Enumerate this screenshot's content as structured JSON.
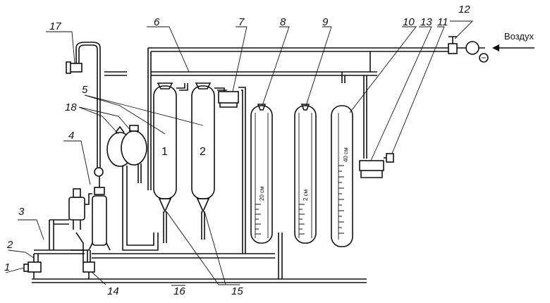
{
  "labels": {
    "n1": "1",
    "n2": "2",
    "n3": "3",
    "n4": "4",
    "n5": "5",
    "n6": "6",
    "n7": "7",
    "n8": "8",
    "n9": "9",
    "n10": "10",
    "n11": "11",
    "n12": "12",
    "n13": "13",
    "n14": "14",
    "n15": "15",
    "n16": "16",
    "n17": "17",
    "n18": "18"
  },
  "air_label": "Воздух",
  "burette_labels": {
    "first": "1",
    "second": "2"
  },
  "scale_labels": {
    "s20": "20 см",
    "s2": "2 см",
    "s40": "40 см"
  }
}
